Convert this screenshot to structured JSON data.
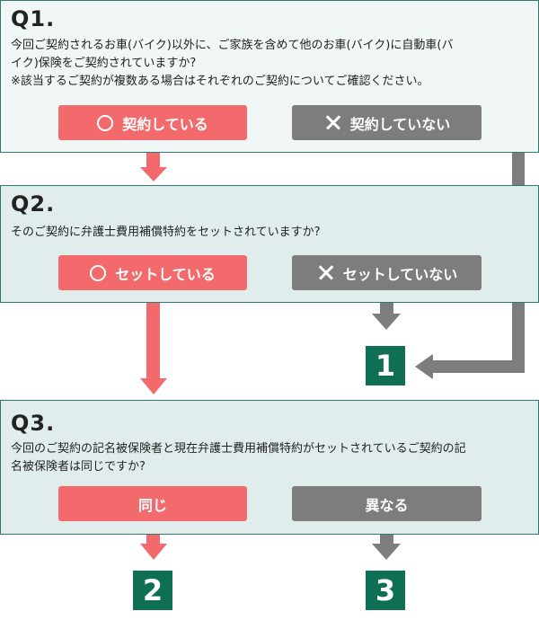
{
  "q1": {
    "title": "Q1.",
    "line1": "今回ご契約されるお車(バイク)以外に、ご家族を含めて他のお車(バイク)に自動車(バ",
    "line2": "イク)保険をご契約されていますか?",
    "line3": "※該当するご契約が複数ある場合はそれぞれのご契約についてご確認ください。",
    "yes_label": "契約している",
    "no_label": "契約していない"
  },
  "q2": {
    "title": "Q2.",
    "line1": "そのご契約に弁護士費用補償特約をセットされていますか?",
    "yes_label": "セットしている",
    "no_label": "セットしていない"
  },
  "q3": {
    "title": "Q3.",
    "line1": "今回のご契約の記名被保険者と現在弁護士費用補償特約がセットされているご契約の記",
    "line2": "名被保険者は同じですか?",
    "yes_label": "同じ",
    "no_label": "異なる"
  },
  "results": {
    "r1": "1",
    "r2": "2",
    "r3": "3"
  },
  "colors": {
    "yes": "#f26a6b",
    "no": "#7d7d7d",
    "result": "#0e6f55",
    "border": "#2e7a6e"
  }
}
